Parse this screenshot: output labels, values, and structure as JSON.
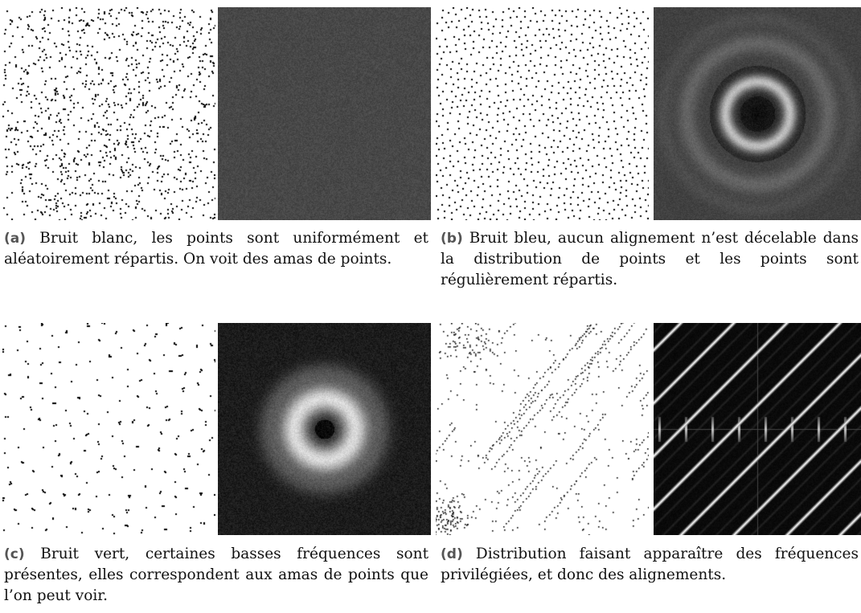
{
  "figures": [
    {
      "id": "a",
      "label": "(a)",
      "caption": "Bruit blanc, les points sont uniformément et aléatoirement répartis. On voit des amas de points.",
      "point_pattern": "white-noise",
      "spectrum_pattern": "uniform-gray"
    },
    {
      "id": "b",
      "label": "(b)",
      "caption": "Bruit bleu, aucun alignement n’est décelable dans la distribution de points et les points sont régulièrement répartis.",
      "point_pattern": "blue-noise",
      "spectrum_pattern": "rings-dark-center"
    },
    {
      "id": "c",
      "label": "(c)",
      "caption": "Bruit vert, certaines basses fréquences sont présentes, elles correspondent aux amas de points que l’on peut voir.",
      "point_pattern": "green-noise",
      "spectrum_pattern": "bright-ring"
    },
    {
      "id": "d",
      "label": "(d)",
      "caption": "Distribution faisant apparaître des fréquences privilégiées, et donc des alignements.",
      "point_pattern": "aligned",
      "spectrum_pattern": "diagonal-lines"
    }
  ],
  "colors": {
    "background": "#ffffff",
    "dot": "#000000",
    "label": "#555555"
  }
}
